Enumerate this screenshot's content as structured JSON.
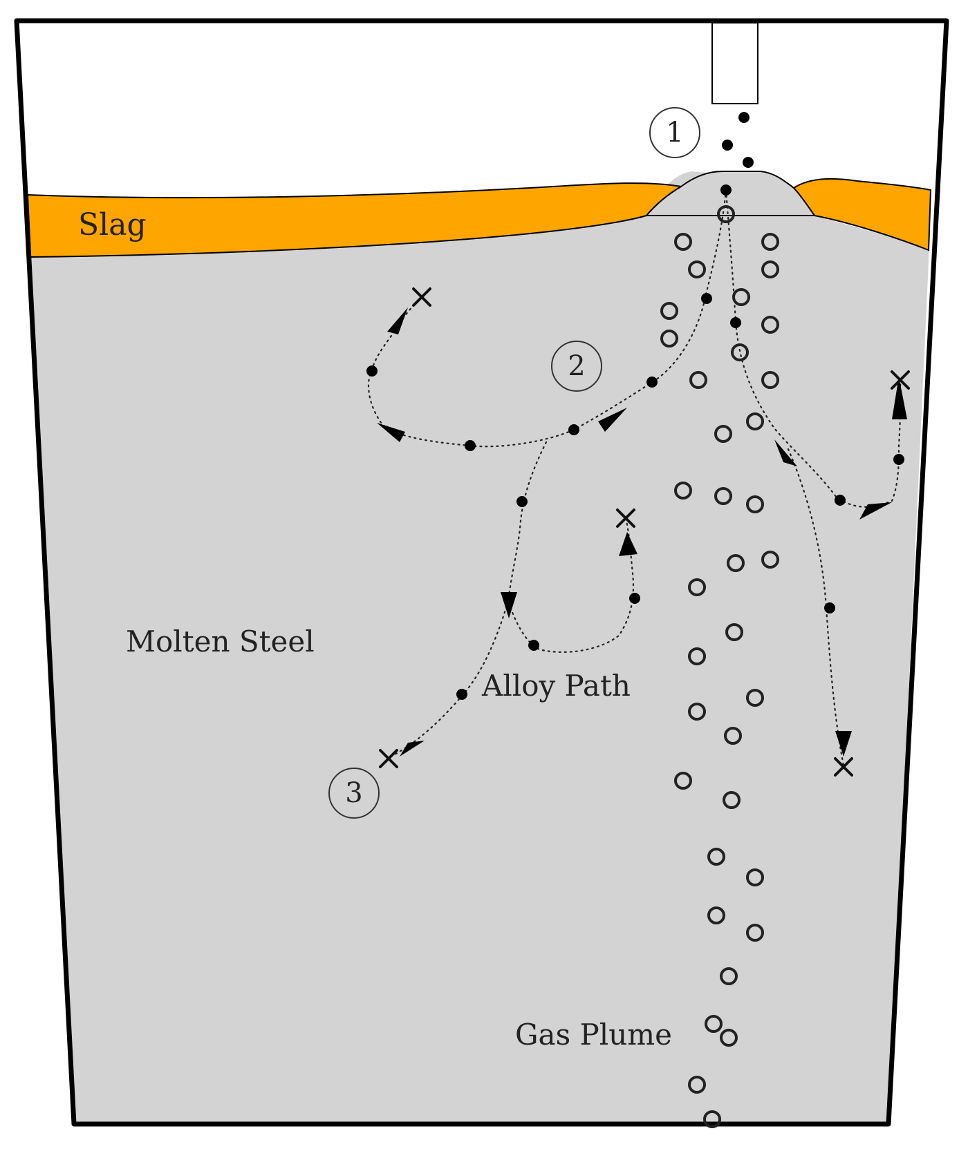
{
  "labels": {
    "slag": "Slag",
    "molten_steel": "Molten Steel",
    "alloy_path": "Alloy Path",
    "gas_plume": "Gas Plume"
  },
  "markers": {
    "m1": "1",
    "m2": "2",
    "m3": "3"
  },
  "colors": {
    "slag": "#FFA500",
    "steel": "#D3D3D3",
    "outline": "#000000"
  }
}
